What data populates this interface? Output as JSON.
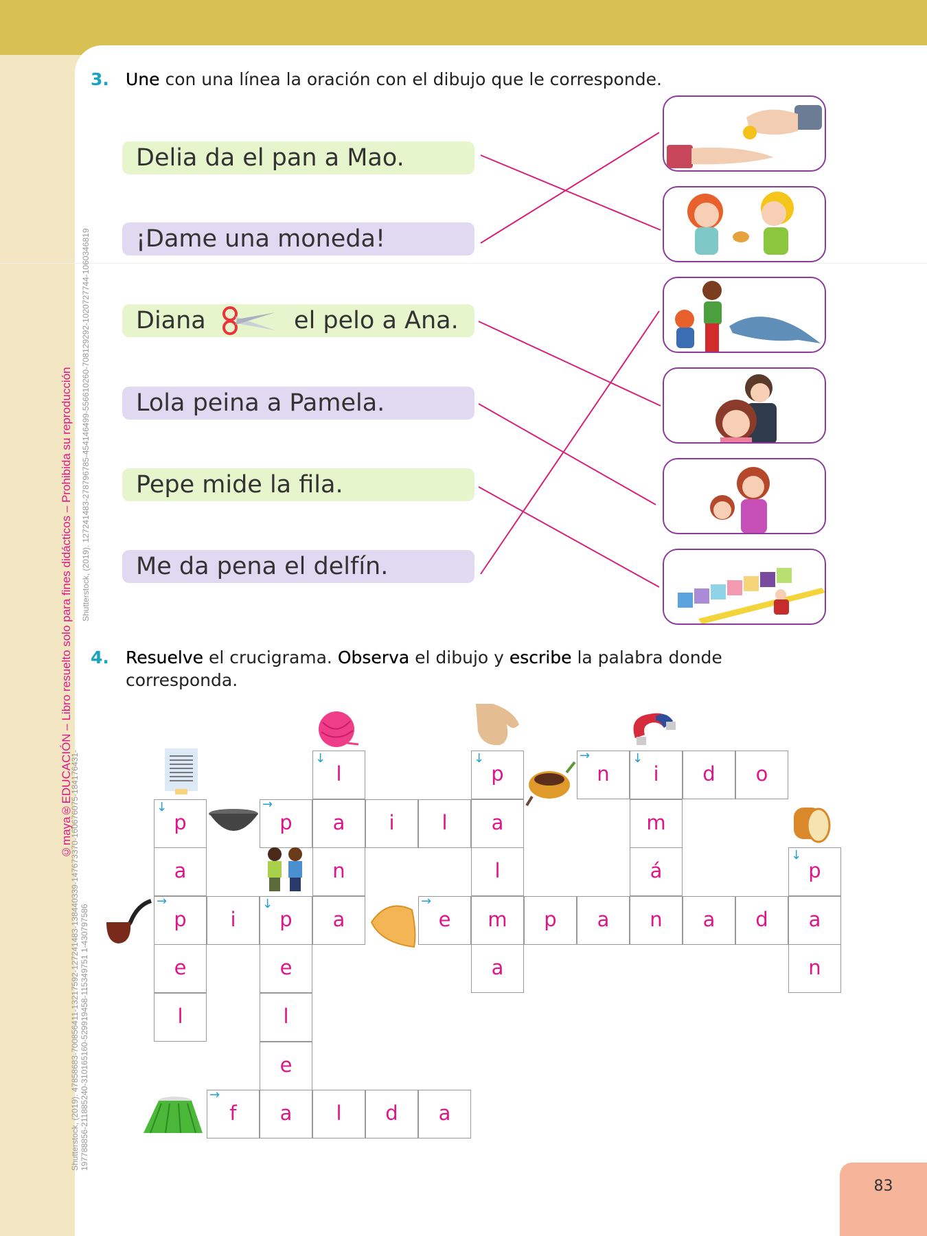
{
  "header": {
    "band_color": "#d9c052"
  },
  "exercise3": {
    "number": "3.",
    "verb": "Une",
    "rest": " con una línea la oración con el dibujo que le corresponde.",
    "sentences": [
      "Delia da el pan a Mao.",
      "¡Dame una moneda!",
      "Diana",
      "el pelo a Ana.",
      "Lola peina a Pamela.",
      "Pepe mide la fila.",
      "Me da pena el delfín."
    ],
    "pictures": [
      "hand-giving-coin",
      "kids-sharing-bread",
      "girl-and-dolphin",
      "woman-combing-hair",
      "mother-combing-girl",
      "man-measuring-row"
    ],
    "line_color": "#d6207a"
  },
  "exercise4": {
    "number": "4.",
    "verb1": "Resuelve",
    "t1": " el crucigrama. ",
    "verb2": "Observa",
    "t2": " el dibujo y ",
    "verb3": "escribe",
    "t3": " la palabra donde",
    "line2": "corresponda.",
    "cells": [
      {
        "r": 0,
        "c": 3,
        "l": "l",
        "a": "d"
      },
      {
        "r": 0,
        "c": 6,
        "l": "p",
        "a": "d"
      },
      {
        "r": 0,
        "c": 8,
        "l": "n",
        "a": "r"
      },
      {
        "r": 0,
        "c": 9,
        "l": "i",
        "a": "d"
      },
      {
        "r": 0,
        "c": 10,
        "l": "d"
      },
      {
        "r": 0,
        "c": 11,
        "l": "o"
      },
      {
        "r": 1,
        "c": 0,
        "l": "p",
        "a": "d"
      },
      {
        "r": 1,
        "c": 2,
        "l": "p",
        "a": "r"
      },
      {
        "r": 1,
        "c": 3,
        "l": "a"
      },
      {
        "r": 1,
        "c": 4,
        "l": "i"
      },
      {
        "r": 1,
        "c": 5,
        "l": "l"
      },
      {
        "r": 1,
        "c": 6,
        "l": "a"
      },
      {
        "r": 1,
        "c": 9,
        "l": "m"
      },
      {
        "r": 2,
        "c": 0,
        "l": "a"
      },
      {
        "r": 2,
        "c": 3,
        "l": "n"
      },
      {
        "r": 2,
        "c": 6,
        "l": "l"
      },
      {
        "r": 2,
        "c": 9,
        "l": "á"
      },
      {
        "r": 2,
        "c": 12,
        "l": "p",
        "a": "d"
      },
      {
        "r": 3,
        "c": 0,
        "l": "p",
        "a": "r"
      },
      {
        "r": 3,
        "c": 1,
        "l": "i"
      },
      {
        "r": 3,
        "c": 2,
        "l": "p",
        "a": "d"
      },
      {
        "r": 3,
        "c": 3,
        "l": "a"
      },
      {
        "r": 3,
        "c": 5,
        "l": "e",
        "a": "r"
      },
      {
        "r": 3,
        "c": 6,
        "l": "m"
      },
      {
        "r": 3,
        "c": 7,
        "l": "p"
      },
      {
        "r": 3,
        "c": 8,
        "l": "a"
      },
      {
        "r": 3,
        "c": 9,
        "l": "n"
      },
      {
        "r": 3,
        "c": 10,
        "l": "a"
      },
      {
        "r": 3,
        "c": 11,
        "l": "d"
      },
      {
        "r": 3,
        "c": 12,
        "l": "a"
      },
      {
        "r": 4,
        "c": 0,
        "l": "e"
      },
      {
        "r": 4,
        "c": 2,
        "l": "e"
      },
      {
        "r": 4,
        "c": 6,
        "l": "a"
      },
      {
        "r": 4,
        "c": 12,
        "l": "n"
      },
      {
        "r": 5,
        "c": 0,
        "l": "l"
      },
      {
        "r": 5,
        "c": 2,
        "l": "l"
      },
      {
        "r": 6,
        "c": 2,
        "l": "e"
      },
      {
        "r": 7,
        "c": 1,
        "l": "f",
        "a": "r"
      },
      {
        "r": 7,
        "c": 2,
        "l": "a"
      },
      {
        "r": 7,
        "c": 3,
        "l": "l"
      },
      {
        "r": 7,
        "c": 4,
        "l": "d"
      },
      {
        "r": 7,
        "c": 5,
        "l": "a"
      }
    ]
  },
  "side": {
    "brand": "©maya®EDUCACIÓN – Libro resuelto solo para fines didácticos – Prohibida su reproducción",
    "credit1": "Shutterstock, (2019). 127241483-278796785-454146499-556610260-708129292-1020727744-1060346819",
    "credit2": "Shutterstock, (2019). 47858683-700856411-13217592-127241483-138440339-147673370-160676075-184176431-",
    "credit3": "197788856-211885240-310165160-529919458-115349751 1-430797586"
  },
  "page_number": "83"
}
